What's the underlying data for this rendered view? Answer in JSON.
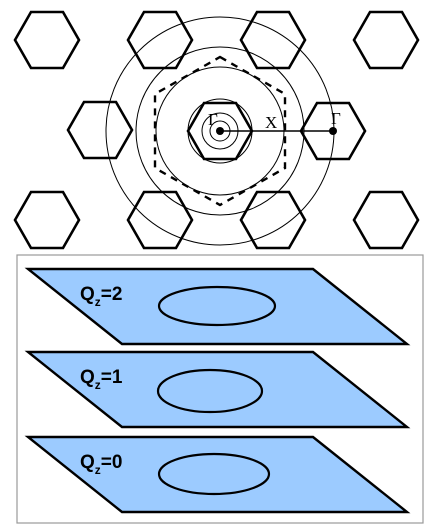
{
  "top_panel": {
    "labels": {
      "gamma_center": "Γ",
      "x_point": "X",
      "gamma_neighbor": "Γ"
    }
  },
  "bottom_panel": {
    "planes": [
      {
        "q_label": "Q",
        "q_sub": "z",
        "q_value": "=2"
      },
      {
        "q_label": "Q",
        "q_sub": "z",
        "q_value": "=1"
      },
      {
        "q_label": "Q",
        "q_sub": "z",
        "q_value": "=0"
      }
    ],
    "colors": {
      "plane_fill": "#9ccbff",
      "outline": "#000000"
    }
  }
}
